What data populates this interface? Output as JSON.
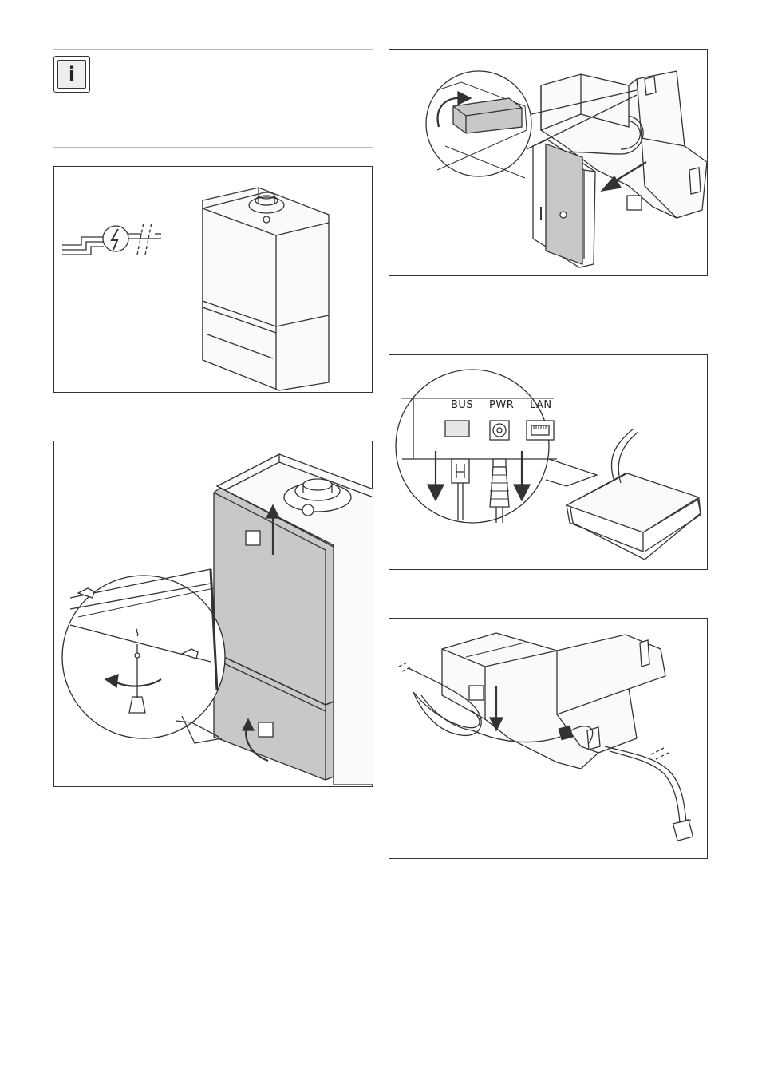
{
  "info": {
    "icon_letter": "i"
  },
  "figures": {
    "router": {
      "ports": [
        "BUS",
        "PWR",
        "LAN"
      ]
    }
  },
  "colors": {
    "line": "#333333",
    "panel_gray": "#c8c8c8",
    "light_gray": "#f2f2f2"
  }
}
